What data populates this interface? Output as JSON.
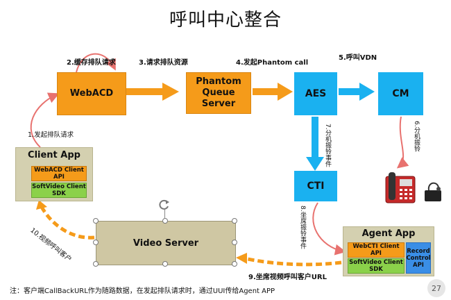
{
  "title": "呼叫中心整合",
  "steps": {
    "s1": "1.发起排队请求",
    "s2": "2.缓存排队请求",
    "s3": "3.请求排队资源",
    "s4": "4.发起Phantom call",
    "s5": "5.呼叫VDN",
    "s6": "6.分机振铃",
    "s7": "7.分机振铃事件",
    "s8": "8.坐席振铃事件",
    "s9": "9.坐席视频呼叫客户URL",
    "s10": "10.视频呼叫客户"
  },
  "nodes": {
    "webacd": "WebACD",
    "phantom": "Phantom Queue Server",
    "aes": "AES",
    "cm": "CM",
    "cti": "CTI",
    "video": "Video Server"
  },
  "client_app": {
    "title": "Client App",
    "webacd_api": "WebACD Client API",
    "softvideo_sdk": "SoftVideo Client SDK"
  },
  "agent_app": {
    "title": "Agent App",
    "webcti_api": "WebCTI Client API",
    "softvideo_sdk": "SoftVideo Client SDK",
    "record_api": "Record Control API"
  },
  "note": "注：客户端CallBackURL作为随路数据，在发起排队请求时，通过UUI传给Agent APP",
  "page_number": "27",
  "colors": {
    "orange": "#f59b1a",
    "blue": "#1ab1f0",
    "panel": "#d4d0b0",
    "red_curve": "#e8726f"
  }
}
